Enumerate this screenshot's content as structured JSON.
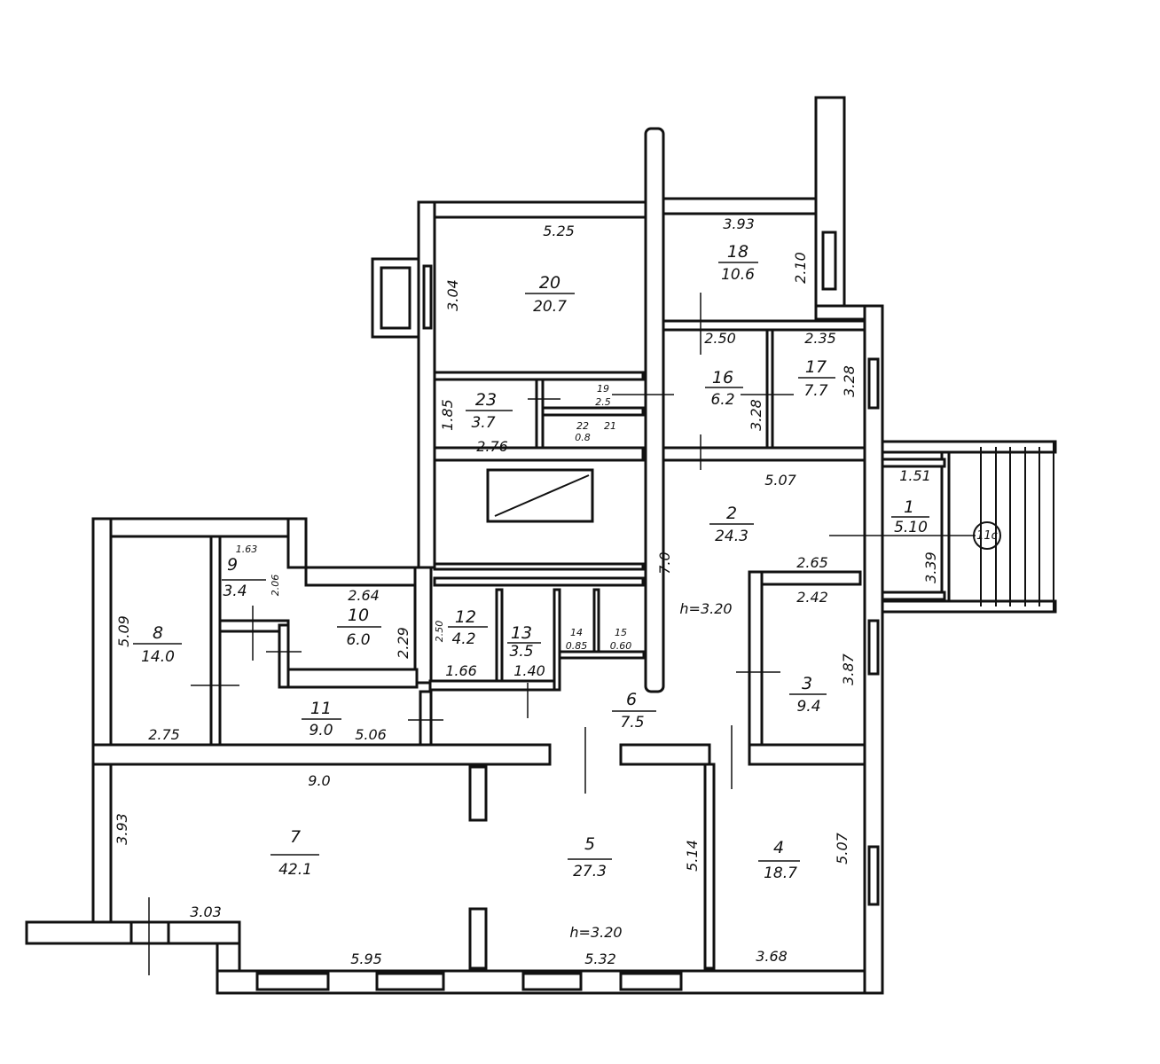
{
  "plan": {
    "rooms": [
      {
        "number": "20",
        "area": "20.7"
      },
      {
        "number": "18",
        "area": "10.6"
      },
      {
        "number": "16",
        "area": "6.2"
      },
      {
        "number": "17",
        "area": "7.7"
      },
      {
        "number": "23",
        "area": "3.7"
      },
      {
        "number": "19",
        "area": "2.5"
      },
      {
        "number": "22",
        "area": "0.8"
      },
      {
        "number": "21",
        "area": ""
      },
      {
        "number": "2",
        "area": "24.3"
      },
      {
        "number": "1",
        "area": "5.10"
      },
      {
        "number": "8",
        "area": "14.0"
      },
      {
        "number": "9",
        "area": "3.4"
      },
      {
        "number": "10",
        "area": "6.0"
      },
      {
        "number": "12",
        "area": "4.2"
      },
      {
        "number": "13",
        "area": "3.5"
      },
      {
        "number": "14",
        "area": "0.85"
      },
      {
        "number": "15",
        "area": "0.60"
      },
      {
        "number": "11",
        "area": "9.0"
      },
      {
        "number": "6",
        "area": "7.5"
      },
      {
        "number": "3",
        "area": "9.4"
      },
      {
        "number": "7",
        "area": "42.1"
      },
      {
        "number": "5",
        "area": "27.3"
      },
      {
        "number": "4",
        "area": "18.7"
      }
    ],
    "dimensions": [
      "5.25",
      "3.04",
      "3.93",
      "2.10",
      "2.50",
      "2.35",
      "3.28",
      "3.28",
      "1.85",
      "2.76",
      "5.07",
      "2.65",
      "1.51",
      "3.39",
      "7.0",
      "h=3.20",
      "2.42",
      "3.87",
      "1.63",
      "2.06",
      "5.09",
      "2.64",
      "2.29",
      "2.50",
      "1.66",
      "1.40",
      "2.75",
      "5.06",
      "9.0",
      "3.93",
      "5.14",
      "5.07",
      "3.03",
      "5.95",
      "5.32",
      "3.68",
      "h=3.20"
    ],
    "entrance_marker": "11c"
  }
}
